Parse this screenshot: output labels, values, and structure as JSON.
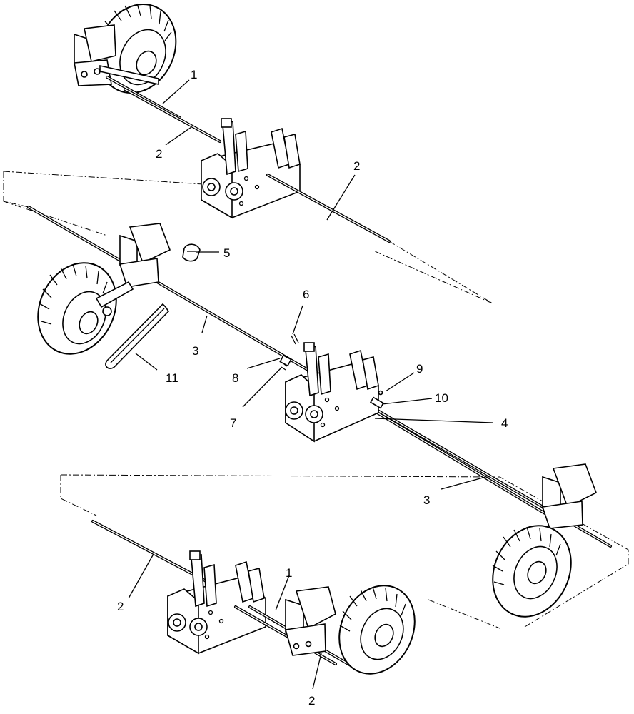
{
  "callouts": [
    {
      "id": "c1a",
      "text": "1"
    },
    {
      "id": "c2a",
      "text": "2"
    },
    {
      "id": "c2b",
      "text": "2"
    },
    {
      "id": "c5",
      "text": "5"
    },
    {
      "id": "c6",
      "text": "6"
    },
    {
      "id": "c3a",
      "text": "3"
    },
    {
      "id": "c11",
      "text": "11"
    },
    {
      "id": "c8",
      "text": "8"
    },
    {
      "id": "c9",
      "text": "9"
    },
    {
      "id": "c10",
      "text": "10"
    },
    {
      "id": "c7",
      "text": "7"
    },
    {
      "id": "c4",
      "text": "4"
    },
    {
      "id": "c3b",
      "text": "3"
    },
    {
      "id": "c1b",
      "text": "1"
    },
    {
      "id": "c2c",
      "text": "2"
    },
    {
      "id": "c2d",
      "text": "2"
    }
  ]
}
